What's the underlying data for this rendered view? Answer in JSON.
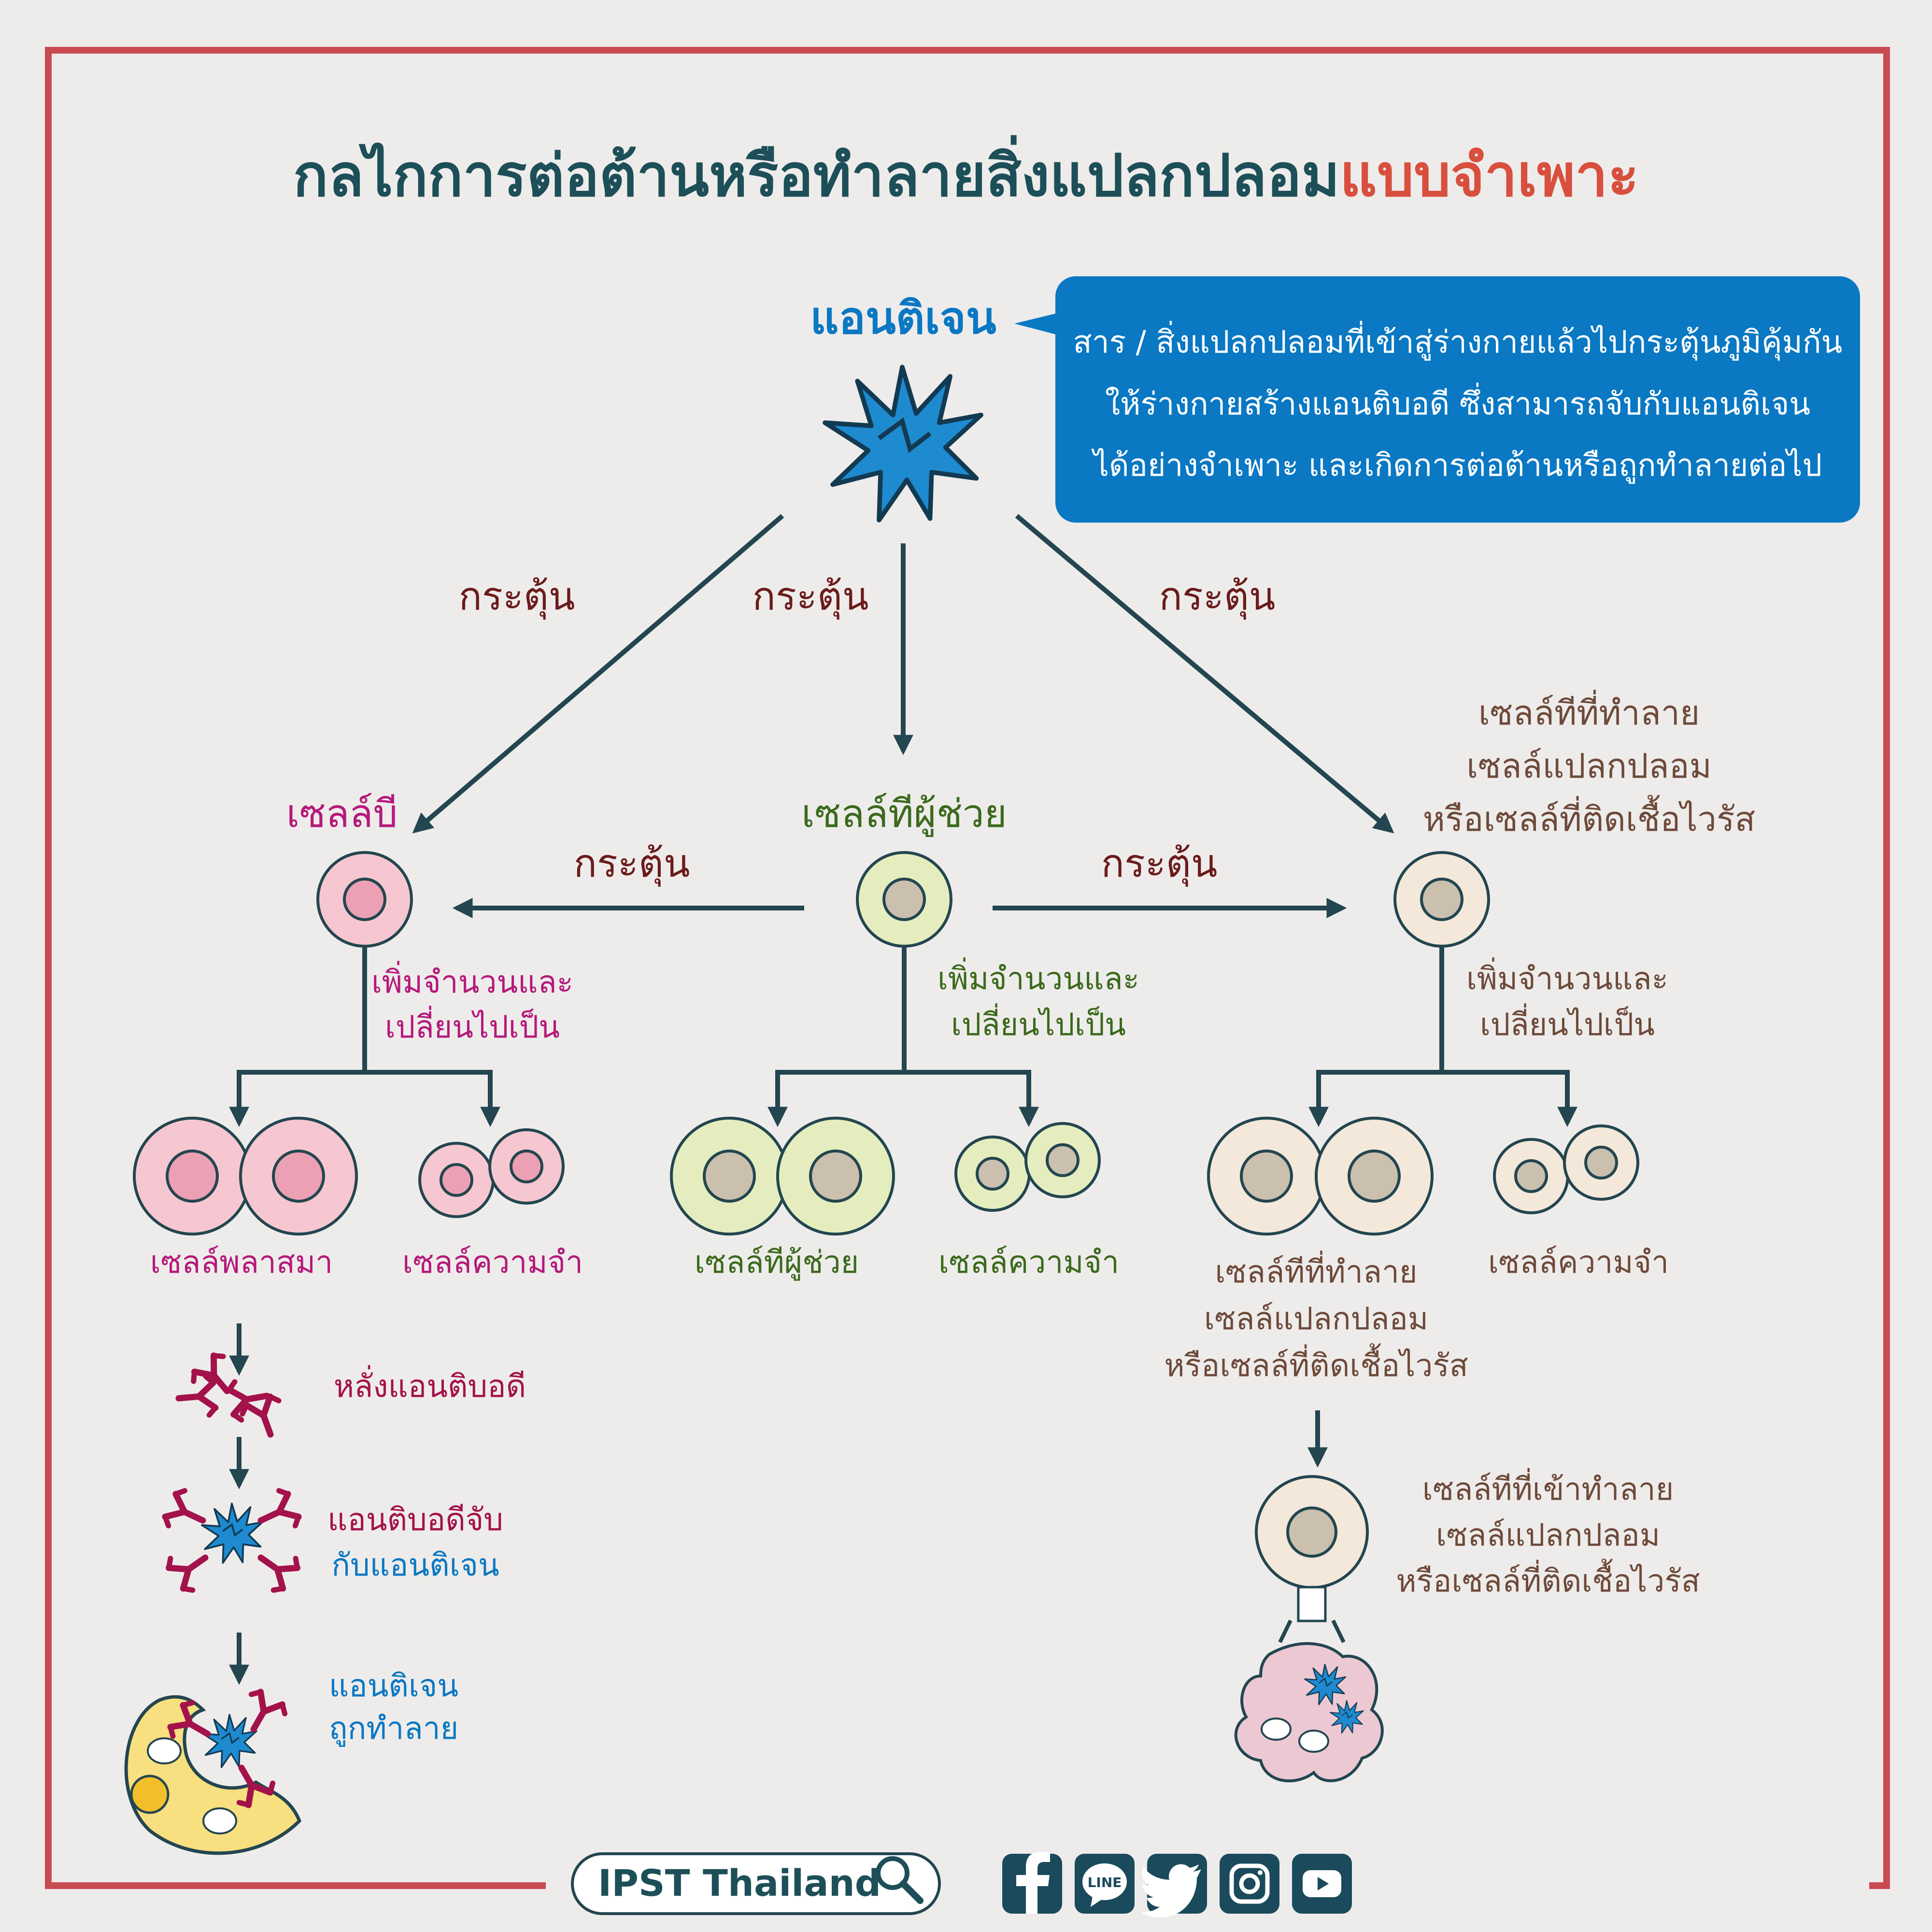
{
  "title": {
    "main": "กลไกการต่อต้านหรือทำลายสิ่งแปลกปลอม",
    "accent": "แบบจำเพาะ"
  },
  "antigen": {
    "label": "แอนติเจน",
    "definition": [
      "สาร / สิ่งแปลกปลอมที่เข้าสู่ร่างกายแล้วไปกระตุ้นภูมิคุ้มกัน",
      "ให้ร่างกายสร้างแอนติบอดี ซึ่งสามารถจับกับแอนติเจน",
      "ได้อย่างจำเพาะ และเกิดการต่อต้านหรือถูกทำลายต่อไป"
    ]
  },
  "stimulate": "กระตุ้น",
  "proliferate": [
    "เพิ่มจำนวนและ",
    "เปลี่ยนไปเป็น"
  ],
  "b_cell": {
    "label": "เซลล์บี",
    "plasma": "เซลล์พลาสมา",
    "memory": "เซลล์ความจำ",
    "secrete": "หลั่งแอนติบอดี",
    "bind": [
      "แอนติบอดีจับ",
      "กับแอนติเจน"
    ],
    "destroyed": [
      "แอนติเจน",
      "ถูกทำลาย"
    ]
  },
  "helper_t": {
    "label": "เซลล์ทีผู้ช่วย",
    "effector": "เซลล์ทีผู้ช่วย",
    "memory": "เซลล์ความจำ"
  },
  "cytotoxic_t": {
    "label": [
      "เซลล์ทีที่ทำลาย",
      "เซลล์แปลกปลอม",
      "หรือเซลล์ที่ติดเชื้อไวรัส"
    ],
    "effector": [
      "เซลล์ทีที่ทำลาย",
      "เซลล์แปลกปลอม",
      "หรือเซลล์ที่ติดเชื้อไวรัส"
    ],
    "memory": "เซลล์ความจำ",
    "attack": [
      "เซลล์ทีที่เข้าทำลาย",
      "เซลล์แปลกปลอม",
      "หรือเซลล์ที่ติดเชื้อไวรัส"
    ]
  },
  "footer": {
    "brand": "IPST Thailand",
    "social": [
      "facebook-icon",
      "line-icon",
      "twitter-icon",
      "instagram-icon",
      "youtube-icon"
    ],
    "line_text": "LINE"
  },
  "colors": {
    "frame": "#c84b52",
    "title": "#1d4f58",
    "accent": "#d84f3d",
    "blue": "#0a78c3",
    "dark": "#234650",
    "maroon": "#6b1b1b",
    "magenta": "#b5197b",
    "green": "#3b6a1c",
    "brown": "#6e4a3a",
    "antibody": "#a3124a",
    "bg": "#eeeceb"
  }
}
